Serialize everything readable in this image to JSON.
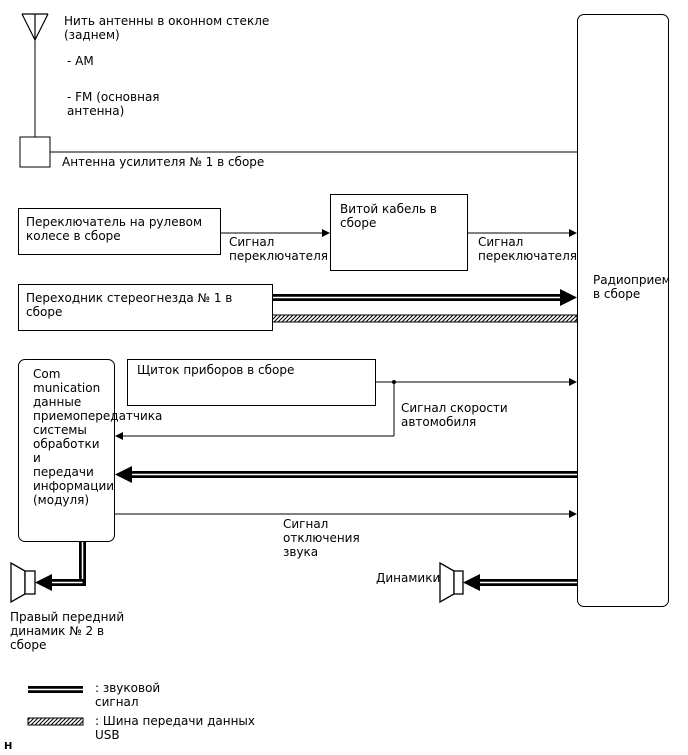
{
  "antenna": {
    "title": "Нить антенны в оконном стекле\n(заднем)",
    "am": "- AM",
    "fm": "- FM (основная\nантенна)",
    "amp": "Антенна усилителя № 1 в сборе"
  },
  "components": {
    "steering_switch": "Переключатель на рулевом\nколесе в сборе",
    "spiral_cable": "Витой кабель в\nсборе",
    "stereo_jack": "Переходник стереогнезда № 1 в\nсборе",
    "comm_module": "Com\nmunication\nданные\nприемопередатчика\nсистемы\nобработки\nи\nпередачи\nинформации\n(модуля)",
    "combination_meter": "Щиток приборов в сборе",
    "radio_receiver": "Радиоприемник\nв сборе",
    "right_speaker": "Правый передний\nдинамик № 2 в\nсборе",
    "speakers": "Динамики"
  },
  "signals": {
    "switch_signal_1": "Сигнал\nпереключателя",
    "switch_signal_2": "Сигнал\nпереключателя",
    "speed_signal": "Сигнал скорости\nавтомобиля",
    "mute_signal": "Сигнал\nотключения\nзвука"
  },
  "legend": {
    "audio": ": звуковой\nсигнал",
    "usb": ": Шина передачи данных\nUSB"
  },
  "footer_mark": "H"
}
